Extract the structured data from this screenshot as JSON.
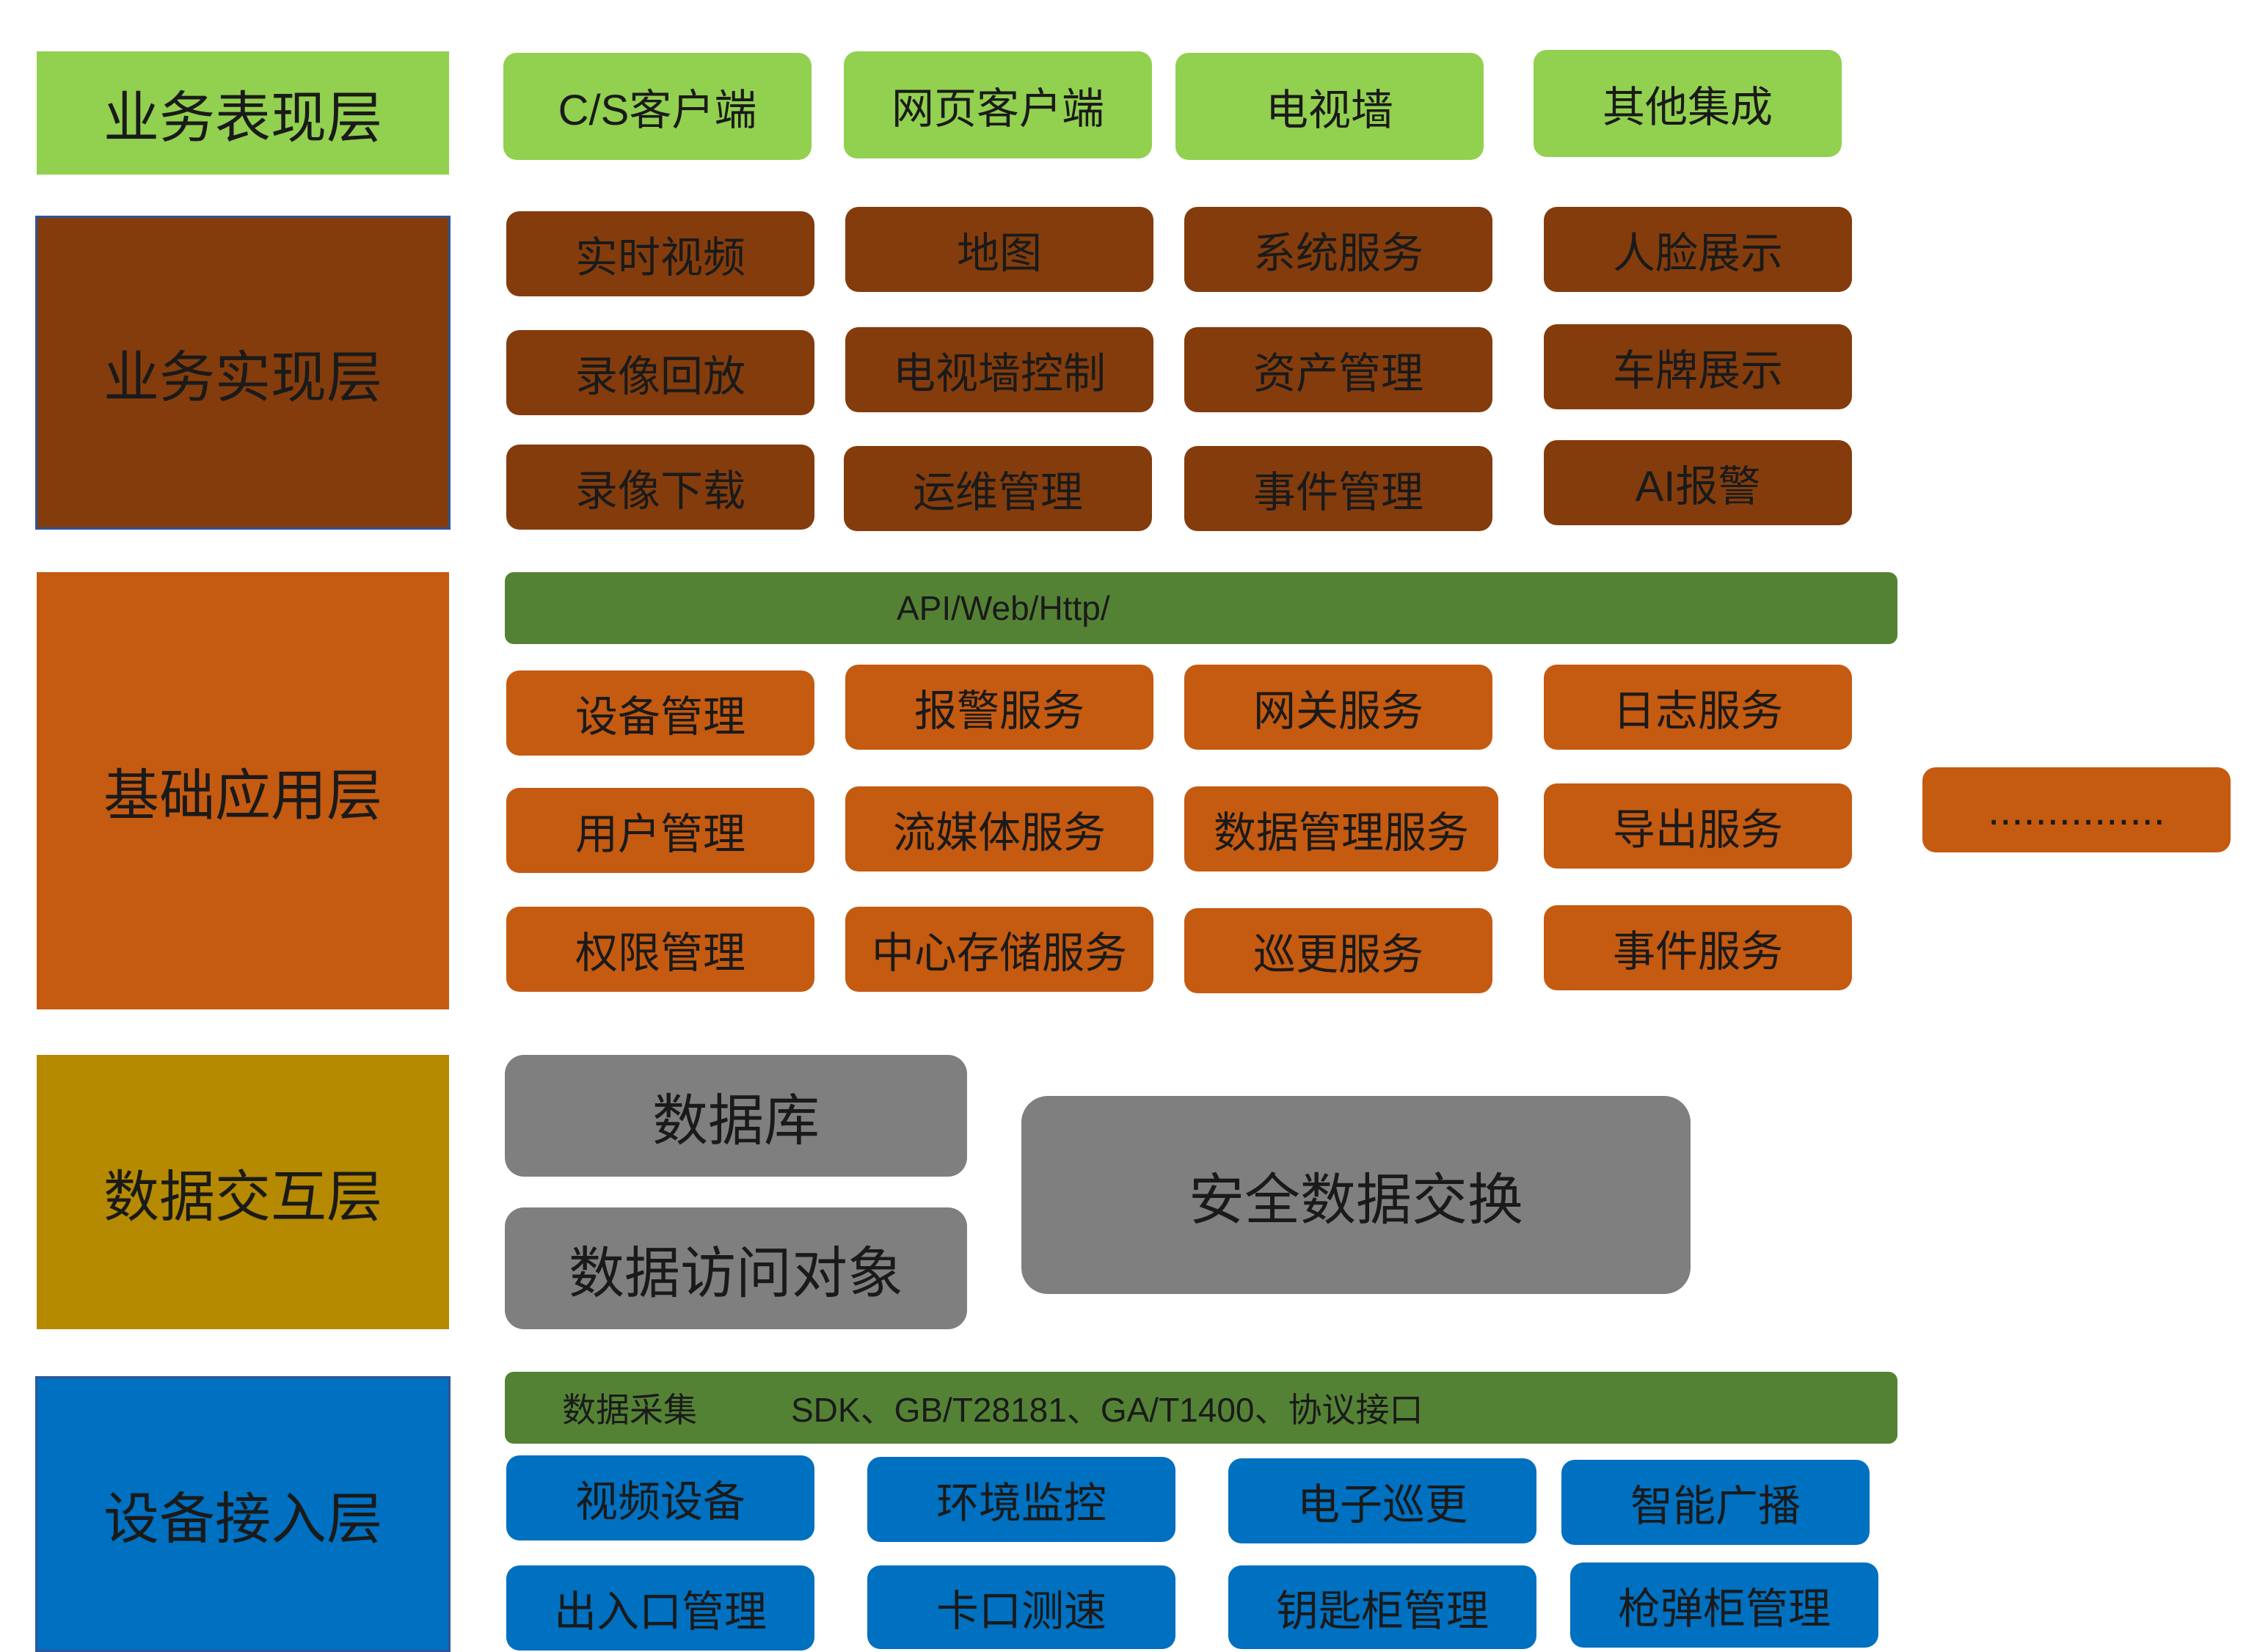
{
  "layers": {
    "presentation": "业务表现层",
    "implementation": "业务实现层",
    "basic_application": "基础应用层",
    "data_interaction": "数据交互层",
    "device_access": "设备接入层"
  },
  "presentation_items": [
    "C/S客户端",
    "网页客户端",
    "电视墙",
    "其他集成"
  ],
  "implementation_items": [
    "实时视频",
    "地图",
    "系统服务",
    "人脸展示",
    "录像回放",
    "电视墙控制",
    "资产管理",
    "车牌展示",
    "录像下载",
    "运维管理",
    "事件管理",
    "AI报警"
  ],
  "api_bar": "API/Web/Http/",
  "basic_items": [
    "设备管理",
    "报警服务",
    "网关服务",
    "日志服务",
    "用户管理",
    "流媒体服务",
    "数据管理服务",
    "导出服务",
    "权限管理",
    "中心存储服务",
    "巡更服务",
    "事件服务"
  ],
  "basic_more": "...............",
  "data_items": {
    "database": "数据库",
    "data_access_object": "数据访问对象",
    "secure_exchange": "安全数据交换"
  },
  "collect_bar": {
    "label": "数据采集",
    "protocols": "SDK、GB/T28181、GA/T1400、协议接口"
  },
  "device_items": [
    "视频设备",
    "环境监控",
    "电子巡更",
    "智能广播",
    "出入口管理",
    "卡口测速",
    "钥匙柜管理",
    "枪弹柜管理"
  ],
  "colors": {
    "presentation": "#92d050",
    "implementation": "#843c0c",
    "basic_application": "#c55a11",
    "data_interaction": "#b58a00",
    "data_items": "#7f7f7f",
    "device_access": "#0070c0",
    "green_bar": "#548235",
    "layer_border": "#2f5597"
  }
}
